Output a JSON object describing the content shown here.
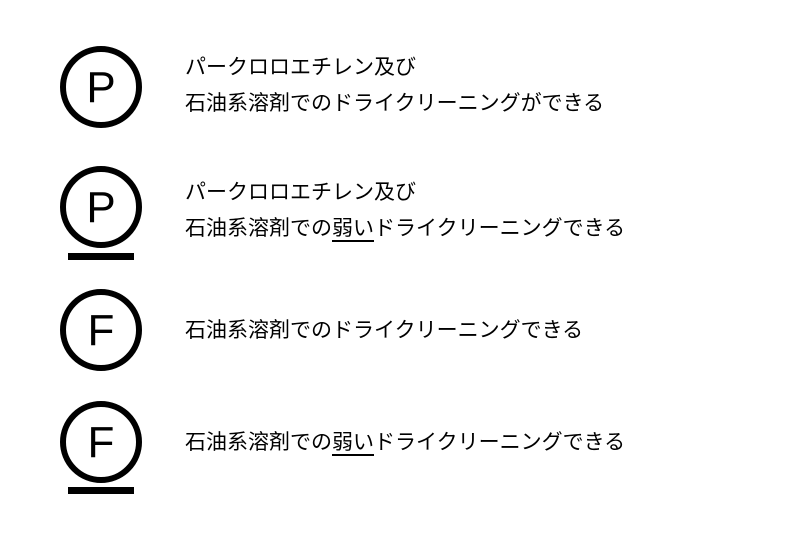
{
  "items": [
    {
      "symbol_letter": "P",
      "underlined": false,
      "line1": "パークロロエチレン及び",
      "line2": "石油系溶剤でのドライクリーニングができる"
    },
    {
      "symbol_letter": "P",
      "underlined": true,
      "line1": "パークロロエチレン及び",
      "line2_pre": "石油系溶剤での",
      "line2_emph": "弱い",
      "line2_post": "ドライクリーニングできる"
    },
    {
      "symbol_letter": "F",
      "underlined": false,
      "line1": "石油系溶剤でのドライクリーニングできる"
    },
    {
      "symbol_letter": "F",
      "underlined": true,
      "line1_pre": "石油系溶剤での",
      "line1_emph": "弱い",
      "line1_post": "ドライクリーニングできる"
    }
  ]
}
